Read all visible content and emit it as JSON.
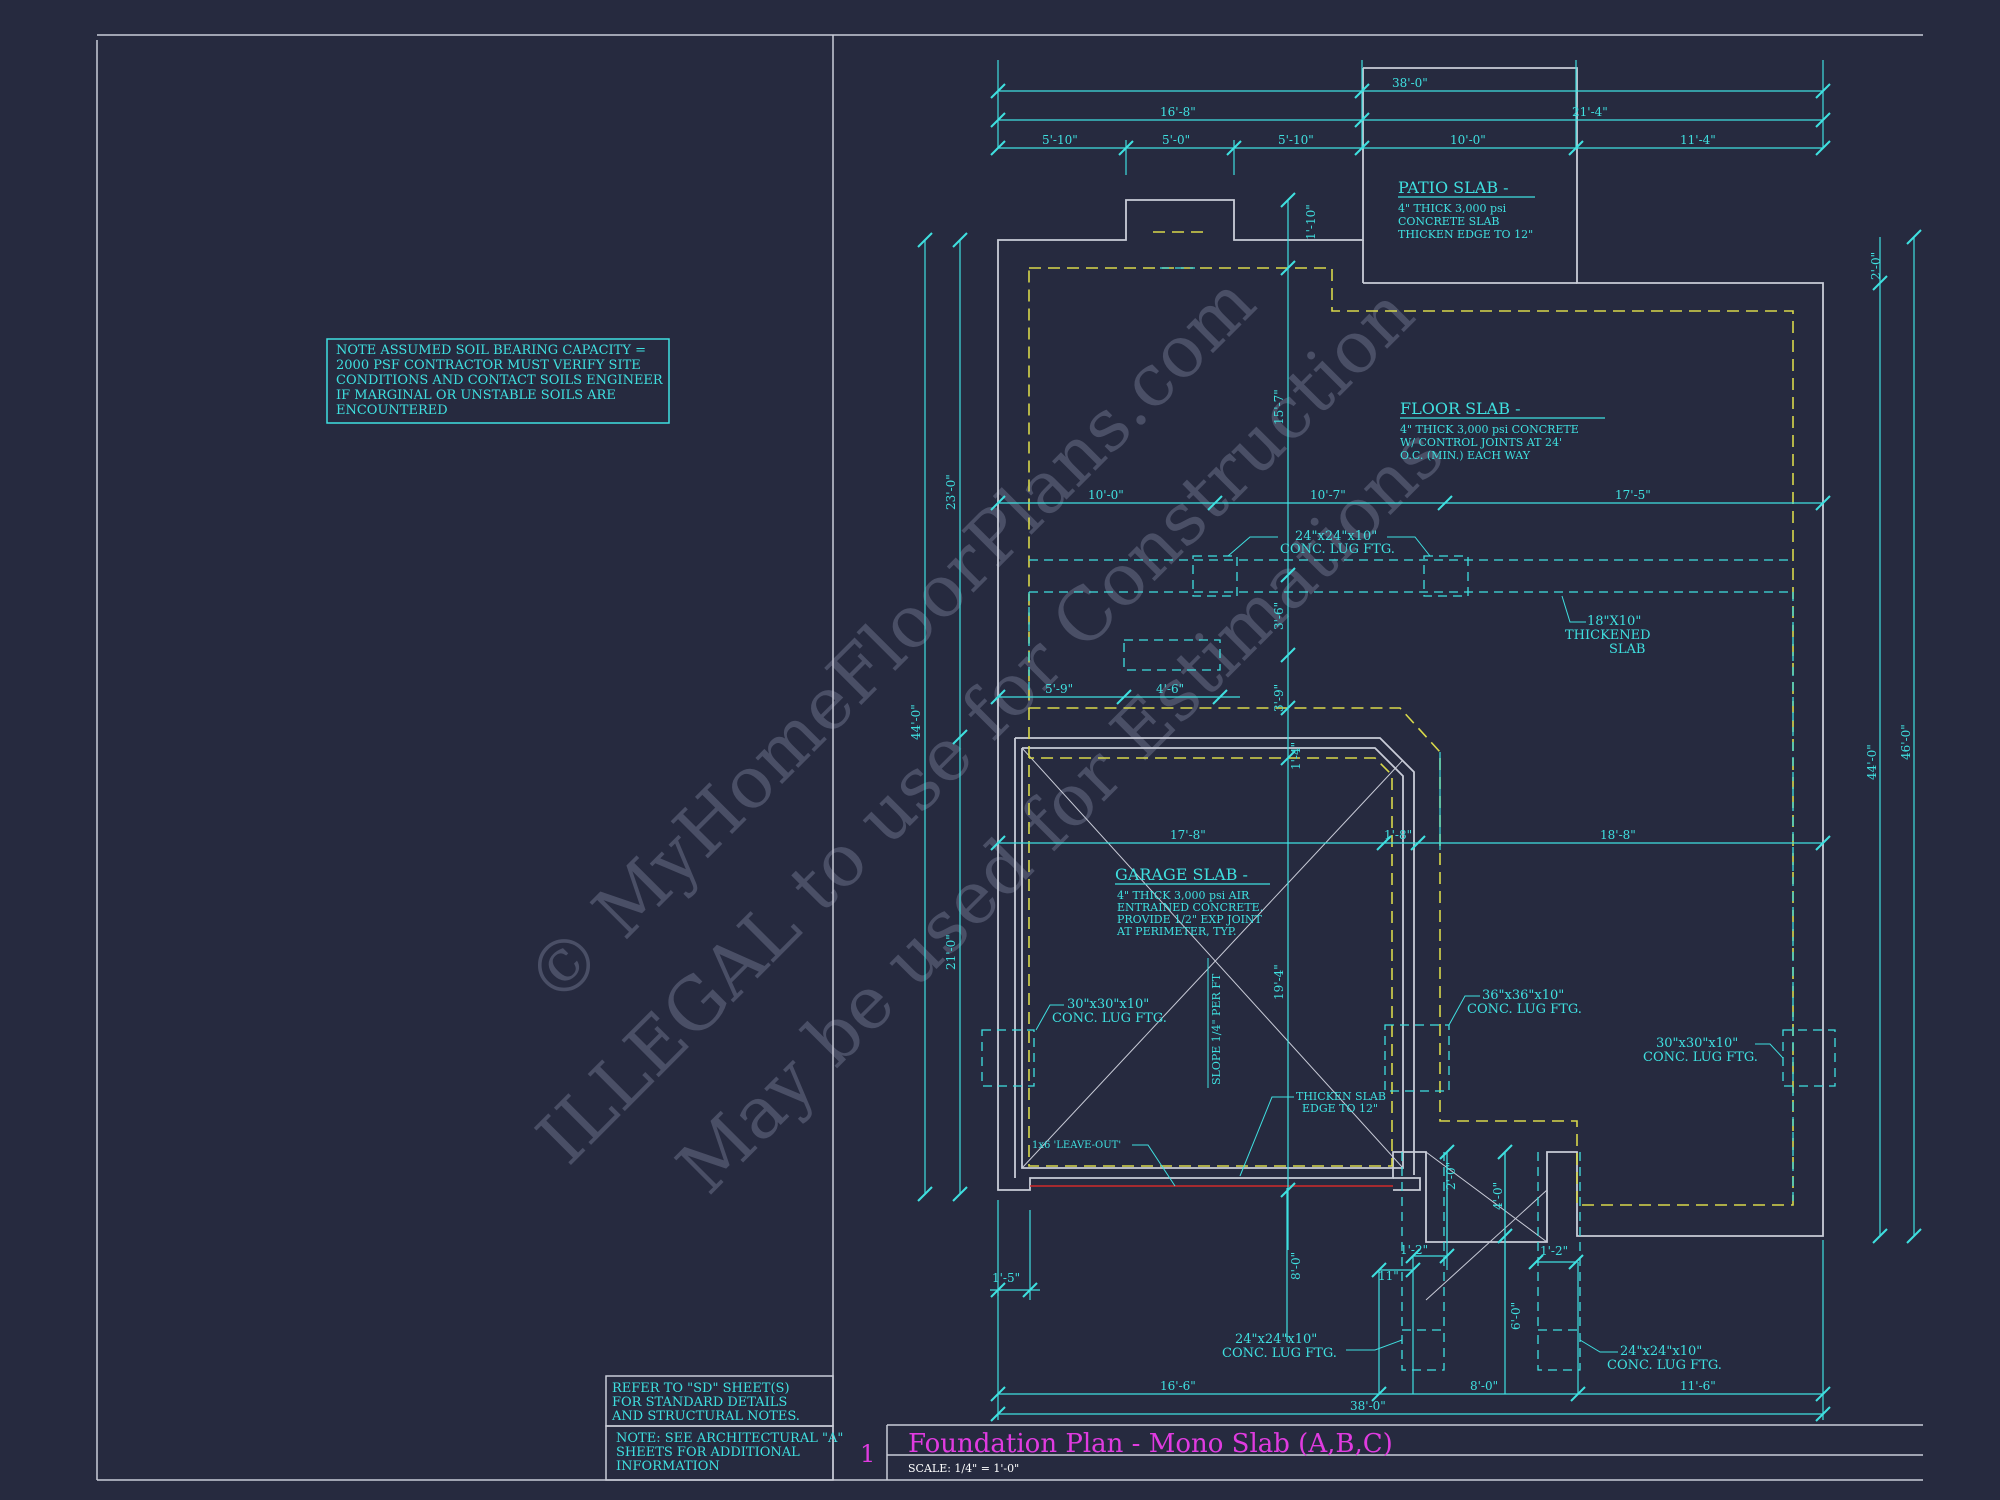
{
  "sheet": {
    "title": "Foundation Plan - Mono Slab (A,B,C)",
    "number": "1",
    "scale": "SCALE: 1/4\" = 1'-0\"",
    "colors": {
      "background": "#262a3f",
      "annotation": "#3fe0e0",
      "border": "#c9ccd8",
      "hidden": "#d8d84a",
      "title": "#e03be0",
      "leave_out": "#d02a2a"
    }
  },
  "watermark": {
    "line1": "© MyHomeFloorPlans.com",
    "line2": "ILLEGAL to use for Construction",
    "line3": "May be used for Estimations"
  },
  "soil_note": [
    "NOTE ASSUMED SOIL BEARING CAPACITY =",
    "2000 PSF CONTRACTOR MUST VERIFY SITE",
    "CONDITIONS AND CONTACT SOILS ENGINEER",
    "IF MARGINAL OR UNSTABLE SOILS ARE",
    "ENCOUNTERED"
  ],
  "refer_note": [
    "REFER TO \"SD\" SHEET(S)",
    "FOR STANDARD DETAILS",
    "AND STRUCTURAL NOTES."
  ],
  "arch_note": [
    "NOTE: SEE ARCHITECTURAL \"A\"",
    "SHEETS FOR ADDITIONAL",
    "INFORMATION"
  ],
  "slabs": {
    "patio": {
      "title": "PATIO SLAB -",
      "lines": [
        "4\" THICK 3,000 psi",
        "CONCRETE SLAB",
        "THICKEN EDGE TO 12\""
      ]
    },
    "floor": {
      "title": "FLOOR SLAB -",
      "lines": [
        "4\" THICK 3,000 psi CONCRETE",
        "W/ CONTROL JOINTS AT 24'",
        "O.C. (MIN.) EACH WAY"
      ]
    },
    "garage": {
      "title": "GARAGE SLAB -",
      "lines": [
        "4\" THICK 3,000 psi AIR",
        "ENTRAINED CONCRETE.",
        "PROVIDE 1/2\" EXP JOINT",
        "AT PERIMETER, TYP."
      ]
    }
  },
  "callouts": {
    "lug24_top": [
      "24\"x24\"x10\"",
      "CONC. LUG FTG."
    ],
    "thickened": [
      "18\"X10\"",
      "THICKENED",
      "SLAB"
    ],
    "lug30_left": [
      "30\"x30\"x10\"",
      "CONC. LUG FTG."
    ],
    "lug36": [
      "36\"x36\"x10\"",
      "CONC. LUG FTG."
    ],
    "lug30_right": [
      "30\"x30\"x10\"",
      "CONC. LUG FTG."
    ],
    "thicken_edge": [
      "THICKEN SLAB",
      "EDGE TO 12\""
    ],
    "leave_out": "1x6 'LEAVE-OUT'",
    "slope": "SLOPE 1/4\" PER FT",
    "lug24_bl": [
      "24\"x24\"x10\"",
      "CONC. LUG FTG."
    ],
    "lug24_br": [
      "24\"x24\"x10\"",
      "CONC. LUG FTG."
    ]
  },
  "dims": {
    "top_overall": "38'-0\"",
    "top_left": "16'-8\"",
    "top_right": "21'-4\"",
    "top_s1": "5'-10\"",
    "top_s2": "5'-0\"",
    "top_s3": "5'-10\"",
    "top_s4": "10'-0\"",
    "top_s5": "11'-4\"",
    "mid1": "10'-0\"",
    "mid2": "10'-7\"",
    "mid3": "17'-5\"",
    "g1": "17'-8\"",
    "g2": "1'-8\"",
    "g3": "18'-8\"",
    "s59": "5'-9\"",
    "s46": "4'-6\"",
    "v110": "1'-10\"",
    "v157": "15'-7\"",
    "v36": "3'-6\"",
    "v39": "3'-9\"",
    "v14": "1'-4\"",
    "v194": "19'-4\"",
    "v80": "8'-0\"",
    "v20": "2'-0\"",
    "v40": "4'-0\"",
    "v60": "6'-0\"",
    "left_a": "23'-0\"",
    "left_b": "21'-0\"",
    "left_all": "44'-0\"",
    "right_in": "44'-0\"",
    "right_out": "46'-0\"",
    "right_2": "2'-0\"",
    "b1": "16'-6\"",
    "b2": "8'-0\"",
    "b3": "11'-6\"",
    "b_all": "38'-0\"",
    "b15": "1'-5\"",
    "b12a": "1'-2\"",
    "b11": "11\"",
    "b12b": "1'-2\""
  }
}
